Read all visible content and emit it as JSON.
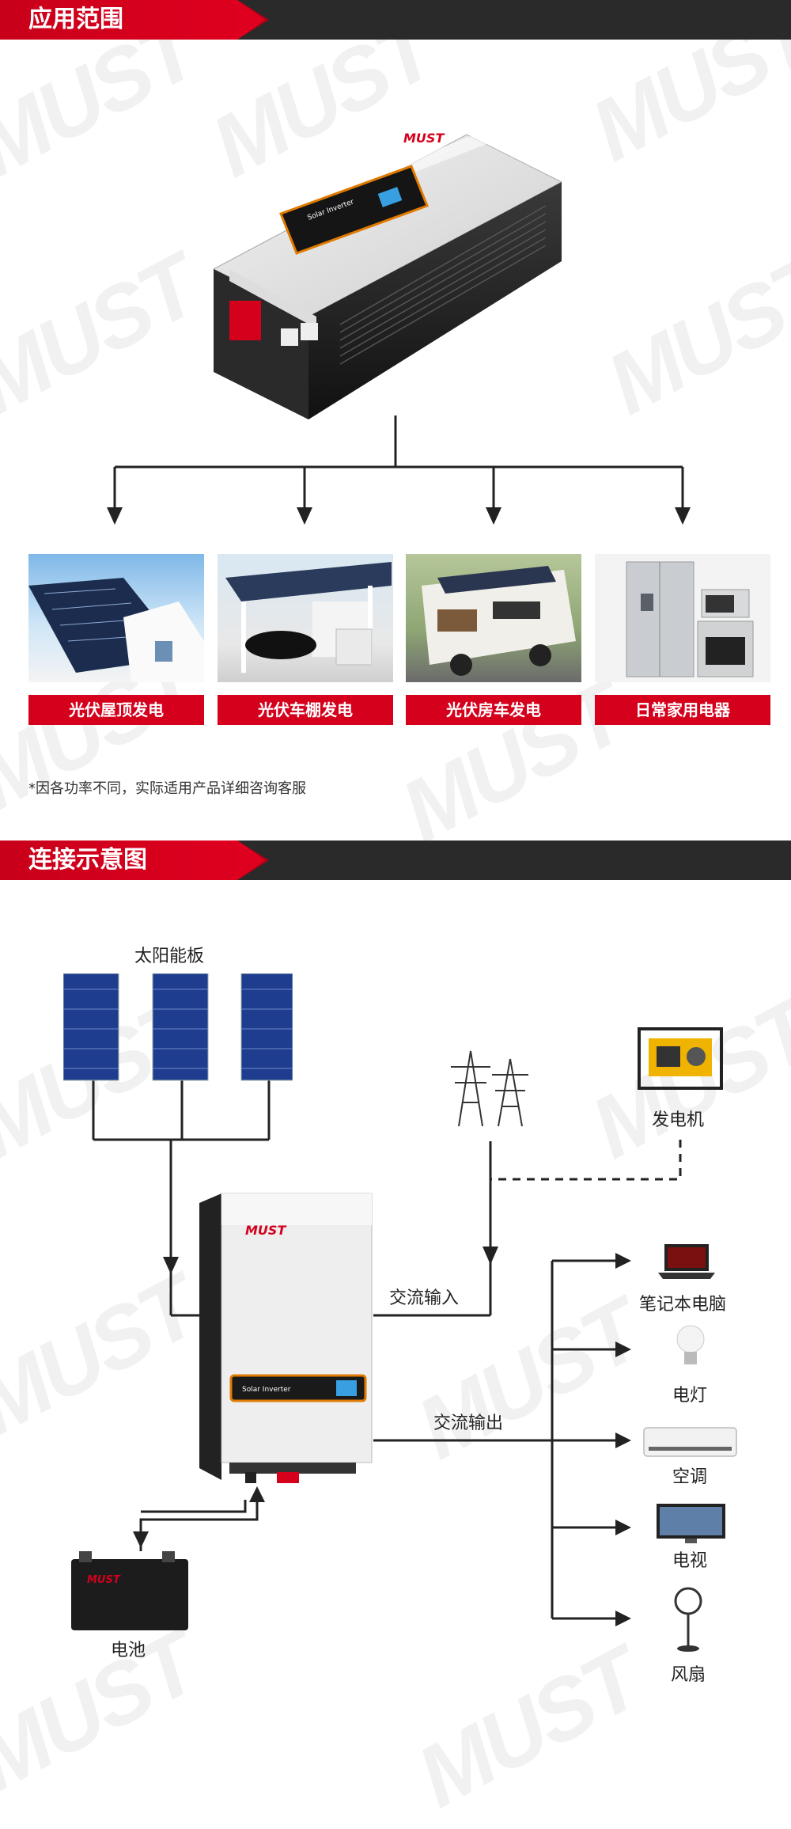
{
  "section1": {
    "title": "应用范围"
  },
  "section2": {
    "title": "连接示意图"
  },
  "brand": {
    "logo": "MUST",
    "device_label": "Solar Inverter"
  },
  "applications": [
    {
      "label": "光伏屋顶发电"
    },
    {
      "label": "光伏车棚发电"
    },
    {
      "label": "光伏房车发电"
    },
    {
      "label": "日常家用电器"
    }
  ],
  "note": "*因各功率不同，实际适用产品详细咨询客服",
  "diagram": {
    "solar_panels_label": "太阳能板",
    "generator_label": "发电机",
    "ac_input_label": "交流输入",
    "ac_output_label": "交流输出",
    "battery_label": "电池",
    "loads": [
      {
        "label": "笔记本电脑"
      },
      {
        "label": "电灯"
      },
      {
        "label": "空调"
      },
      {
        "label": "电视"
      },
      {
        "label": "风扇"
      }
    ]
  },
  "colors": {
    "accent": "#d4001c",
    "band": "#2a2a2a",
    "line": "#222222"
  }
}
